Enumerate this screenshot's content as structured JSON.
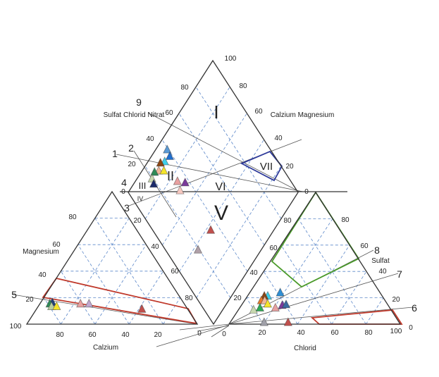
{
  "diagram_type": "Piper diagram",
  "axis_titles": {
    "magnesium": "Magnesium",
    "calcium": "Calzium",
    "chloride": "Chlorid",
    "sulfate": "Sulfat",
    "diamond_left": "Sulfat Chlorid Nitrat",
    "diamond_right": "Calzium Magnesium"
  },
  "ticks": {
    "mg_left": [
      "100",
      "20",
      "40",
      "60",
      "80"
    ],
    "ca_bottom": [
      "80",
      "60",
      "40",
      "20",
      "0"
    ],
    "cation_right": [
      "20",
      "40",
      "60",
      "80"
    ],
    "diamond_upper_left": [
      "0",
      "20",
      "40",
      "60",
      "80"
    ],
    "diamond_upper_right": [
      "100",
      "80",
      "60",
      "40",
      "20",
      "0"
    ],
    "anion_left": [
      "0",
      "20",
      "40",
      "60",
      "80"
    ],
    "cl_bottom": [
      "20",
      "40",
      "60",
      "80",
      "100"
    ],
    "so4_right": [
      "80",
      "60",
      "40",
      "20",
      "0"
    ]
  },
  "regions": {
    "I": "I",
    "II": "II",
    "III": "III",
    "IV": "IV",
    "V": "V",
    "VI": "VI",
    "VII": "VII"
  },
  "line_labels": [
    "1",
    "2",
    "3",
    "4",
    "5",
    "6",
    "7",
    "8",
    "9"
  ],
  "colors": {
    "grid": "#5b87c9",
    "red_region": "#c0392b",
    "green_region": "#4a9a2a",
    "blue_region": "#2e3a9a"
  },
  "chart_data": {
    "type": "scatter",
    "marker": "triangle",
    "cation_triangle": {
      "axes": [
        "Calzium %",
        "Magnesium %"
      ],
      "points": [
        {
          "ca": 77,
          "mg": 16,
          "color": "#1f3f7a"
        },
        {
          "ca": 79,
          "mg": 15,
          "color": "#2e8b57"
        },
        {
          "ca": 79,
          "mg": 13,
          "color": "#b8cfa0"
        },
        {
          "ca": 76,
          "mg": 13,
          "color": "#f5e52a"
        },
        {
          "ca": 61,
          "mg": 15,
          "color": "#e8a0a0"
        },
        {
          "ca": 56,
          "mg": 15,
          "color": "#c0a8d0"
        },
        {
          "ca": 27,
          "mg": 11,
          "color": "#c0504d"
        }
      ]
    },
    "anion_triangle": {
      "axes": [
        "Chlorid %",
        "Sulfat %"
      ],
      "points": [
        {
          "cl": 18,
          "so4": 23.5,
          "color": "#2e8fd6"
        },
        {
          "cl": 12,
          "so4": 21,
          "color": "#3fd0ea"
        },
        {
          "cl": 10,
          "so4": 21,
          "color": "#8b4513"
        },
        {
          "cl": 10,
          "so4": 17.5,
          "color": "#e87b2a"
        },
        {
          "cl": 12,
          "so4": 17.5,
          "color": "#f0b89a"
        },
        {
          "cl": 15,
          "so4": 15,
          "color": "#f5e52a"
        },
        {
          "cl": 12,
          "so4": 12,
          "color": "#2eaa55"
        },
        {
          "cl": 9,
          "so4": 10.5,
          "color": "#c8d8b0"
        },
        {
          "cl": 21,
          "so4": 12,
          "color": "#e8a0a0"
        },
        {
          "cl": 24,
          "so4": 14,
          "color": "#7a3a9a"
        },
        {
          "cl": 26,
          "so4": 14.5,
          "color": "#3a6aa0"
        },
        {
          "cl": 20,
          "so4": 1,
          "color": "#a0a0a8"
        },
        {
          "cl": 34,
          "so4": 1,
          "color": "#c0504d"
        }
      ]
    },
    "diamond": {
      "axes": [
        "Sulfat Chlorid Nitrat %",
        "Calzium Magnesium %"
      ],
      "points": [
        {
          "s": 39,
          "c": 93,
          "color": "#5a9ad6"
        },
        {
          "s": 38,
          "c": 89,
          "color": "#1f6fd0"
        },
        {
          "s": 33,
          "c": 90,
          "color": "#3fd0ea"
        },
        {
          "s": 30,
          "c": 92,
          "color": "#8b4513"
        },
        {
          "s": 26,
          "c": 90,
          "color": "#f0b89a"
        },
        {
          "s": 29,
          "c": 87,
          "color": "#f5e52a"
        },
        {
          "s": 23,
          "c": 92,
          "color": "#2e8b57"
        },
        {
          "s": 19,
          "c": 91,
          "color": "#c8d8b0"
        },
        {
          "s": 18,
          "c": 88,
          "color": "#1a2a6a"
        },
        {
          "s": 33,
          "c": 75,
          "color": "#e8a0a0"
        },
        {
          "s": 37,
          "c": 70,
          "color": "#7a3a9a"
        },
        {
          "s": 31,
          "c": 70,
          "color": "#f5c8c0"
        },
        {
          "s": 34,
          "c": 37,
          "color": "#c0504d"
        },
        {
          "s": 19,
          "c": 37,
          "color": "#b0a0a8"
        }
      ]
    }
  }
}
